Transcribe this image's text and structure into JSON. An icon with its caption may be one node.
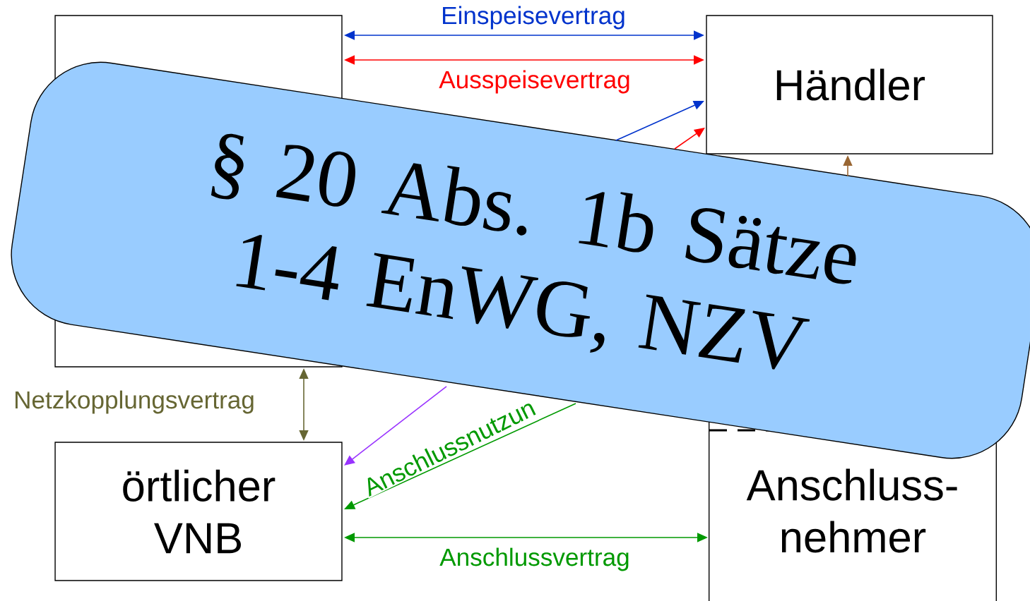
{
  "diagram": {
    "nodes": [
      {
        "text": [],
        "shape": "box"
      },
      {
        "text": [
          "Händler"
        ]
      },
      {
        "text": [
          "örtlicher VNB"
        ]
      },
      {
        "text": [
          "Anschluss- nehmer"
        ]
      },
      {
        "text": [
          "§ 20 Abs. 1b Sätze 1-4 EnWG, NZV"
        ]
      }
    ],
    "edges": [
      {
        "from": 0,
        "to": 1,
        "arrow": "both",
        "label": "Einspeisevertrag",
        "color": "#0033cc"
      },
      {
        "from": 0,
        "to": 1,
        "arrow": "both",
        "label": "Ausspeisevertrag",
        "color": "#ff0000"
      },
      {
        "from": 4,
        "to": 1,
        "arrow": "to",
        "color": "#0033cc"
      },
      {
        "from": 4,
        "to": 1,
        "arrow": "to",
        "color": "#ff0000"
      },
      {
        "from": 4,
        "to": 1,
        "arrow": "to",
        "color": "#996633"
      },
      {
        "from": 0,
        "to": 2,
        "arrow": "both",
        "label": "Netzkopplungsvertrag",
        "color": "#666633"
      },
      {
        "from": 4,
        "to": 2,
        "arrow": "to",
        "color": "#9933ff"
      },
      {
        "from": 4,
        "to": 2,
        "arrow": "to",
        "label": "Anschlussnutzun",
        "color": "#009900"
      },
      {
        "from": 2,
        "to": 3,
        "arrow": "both",
        "label": "Anschlussvertrag",
        "color": "#009900"
      }
    ]
  }
}
